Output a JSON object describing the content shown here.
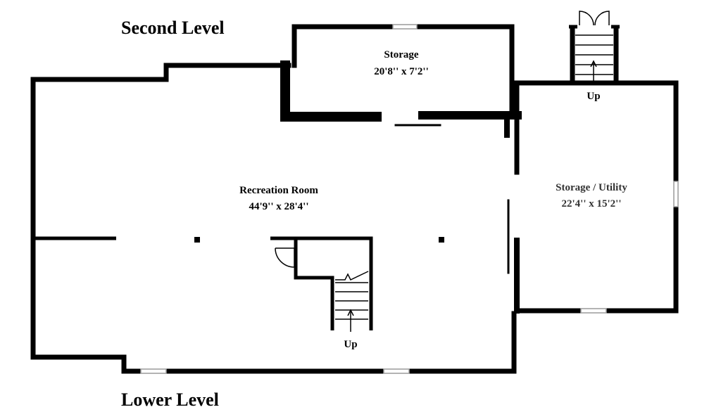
{
  "titles": {
    "top": "Second Level",
    "bottom": "Lower Level"
  },
  "rooms": {
    "storage": {
      "name": "Storage",
      "dims": "20'8'' x 7'2''"
    },
    "recreation": {
      "name": "Recreation Room",
      "dims": "44'9'' x 28'4''"
    },
    "utility": {
      "name": "Storage / Utility",
      "dims": "22'4'' x 15'2''"
    }
  },
  "stairs": {
    "main_label": "Up",
    "exterior_label": "Up"
  },
  "colors": {
    "wall": "#000000",
    "window": "#9a9a9a",
    "utility_text": "#333333"
  }
}
